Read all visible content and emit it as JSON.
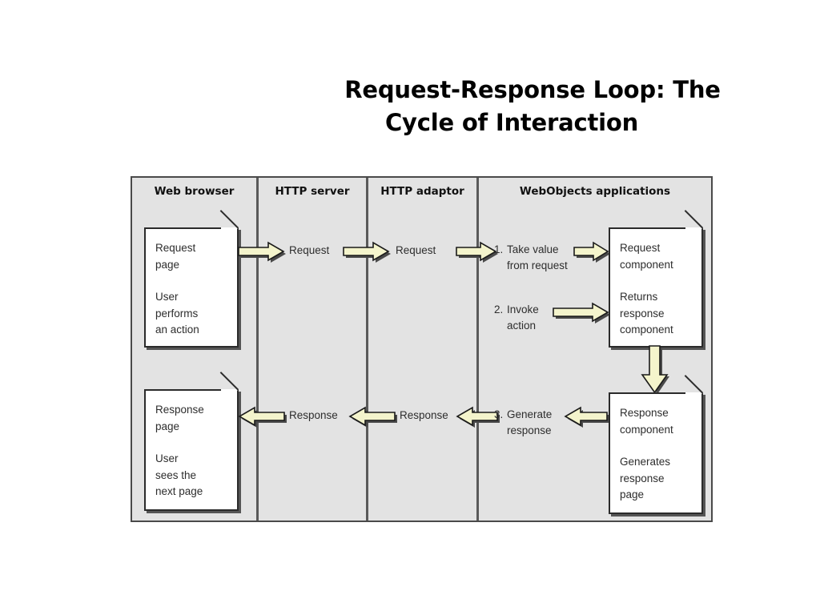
{
  "slide": {
    "title_line1": "Request-Response Loop: The",
    "title_line2": "Cycle of Interaction"
  },
  "diagram": {
    "background_color": "#e3e3e3",
    "border_color": "#4a4a4a",
    "arrow_fill": "#f4f4cc",
    "arrow_stroke": "#1a1a1a",
    "columns": [
      {
        "id": "web-browser",
        "label": "Web browser"
      },
      {
        "id": "http-server",
        "label": "HTTP server"
      },
      {
        "id": "http-adaptor",
        "label": "HTTP adaptor"
      },
      {
        "id": "webobjects-applications",
        "label": "WebObjects applications"
      }
    ],
    "documents": [
      {
        "id": "request-page",
        "column": "web-browser",
        "lines_group_1": [
          "Request",
          "page"
        ],
        "lines_group_2": [
          "User",
          "performs",
          "an action"
        ]
      },
      {
        "id": "request-component",
        "column": "webobjects-applications",
        "lines_group_1": [
          "Request",
          "component"
        ],
        "lines_group_2": [
          "Returns",
          "response",
          "component"
        ]
      },
      {
        "id": "response-page",
        "column": "web-browser",
        "lines_group_1": [
          "Response",
          "page"
        ],
        "lines_group_2": [
          "User",
          "sees the",
          "next page"
        ]
      },
      {
        "id": "response-component",
        "column": "webobjects-applications",
        "lines_group_1": [
          "Response",
          "component"
        ],
        "lines_group_2": [
          "Generates",
          "response",
          "page"
        ]
      }
    ],
    "flow_labels": [
      {
        "id": "request-label-server",
        "text": "Request"
      },
      {
        "id": "request-label-adaptor",
        "text": "Request"
      },
      {
        "id": "response-label-server",
        "text": "Response"
      },
      {
        "id": "response-label-adaptor",
        "text": "Response"
      }
    ],
    "steps": [
      {
        "id": "step-1",
        "number": "1.",
        "text": "Take value from request"
      },
      {
        "id": "step-2",
        "number": "2.",
        "text": "Invoke action"
      },
      {
        "id": "step-3",
        "number": "3.",
        "text": "Generate response"
      }
    ],
    "arrows": [
      {
        "id": "arrow-request-browser-to-server",
        "direction": "right"
      },
      {
        "id": "arrow-request-server-to-adaptor",
        "direction": "right"
      },
      {
        "id": "arrow-request-adaptor-to-app",
        "direction": "right"
      },
      {
        "id": "arrow-step1-to-request-component",
        "direction": "right"
      },
      {
        "id": "arrow-step2-to-request-component",
        "direction": "right"
      },
      {
        "id": "arrow-request-to-response-component",
        "direction": "down"
      },
      {
        "id": "arrow-response-component-to-step3",
        "direction": "left"
      },
      {
        "id": "arrow-response-app-to-adaptor",
        "direction": "left"
      },
      {
        "id": "arrow-response-adaptor-to-server",
        "direction": "left"
      },
      {
        "id": "arrow-response-server-to-browser",
        "direction": "left"
      }
    ]
  }
}
